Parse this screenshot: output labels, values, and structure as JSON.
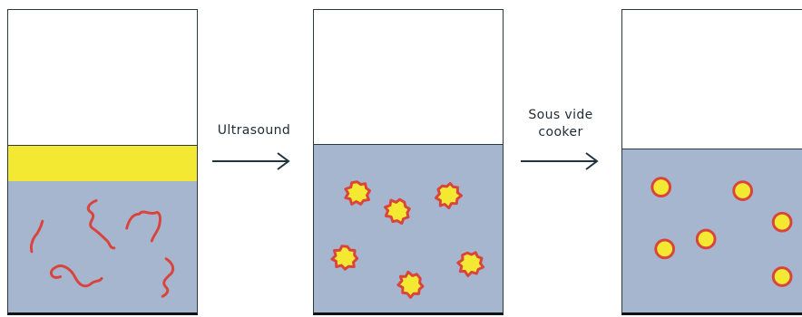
{
  "step1_label": "Ultrasound",
  "step2_label_line1": "Sous vide",
  "step2_label_line2": "cooker",
  "colors": {
    "water": "#a7b6cf",
    "oil": "#f3e832",
    "strand": "#d9443d",
    "droplet_fill": "#f3e832",
    "droplet_edge": "#d9443d",
    "outline": "#2a3a44",
    "arrow": "#1f3340"
  }
}
